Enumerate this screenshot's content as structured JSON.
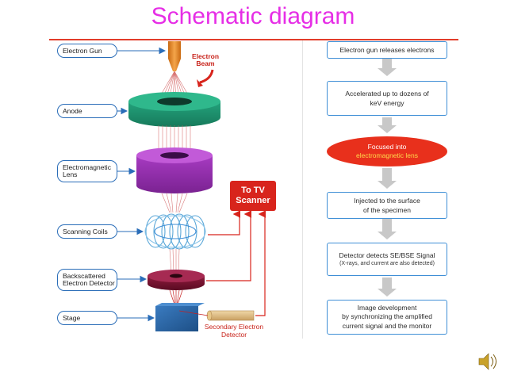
{
  "title": "Schematic diagram",
  "labels": {
    "electron_gun": "Electron Gun",
    "anode": "Anode",
    "em_lens_line1": "Electromagnetic",
    "em_lens_line2": "Lens",
    "scanning_coils": "Scanning Coils",
    "bse_line1": "Backscattered",
    "bse_line2": "Electron Detector",
    "stage": "Stage"
  },
  "beam_label": {
    "line1": "Electron",
    "line2": "Beam"
  },
  "tv_scanner": {
    "line1": "To TV",
    "line2": "Scanner"
  },
  "secondary_detector": {
    "line1": "Secondary Electron",
    "line2": "Detector"
  },
  "flow": {
    "step1": "Electron gun releases electrons",
    "step2_line1": "Accelerated up to dozens of",
    "step2_line2": "keV energy",
    "step3_line1": "Focused into",
    "step3_line2": "electromagnetic lens",
    "step4_line1": "Injected to the surface",
    "step4_line2": "of the specimen",
    "step5_line1": "Detector detects SE/BSE Signal",
    "step5_line2": "(X-rays, and current are also detected)",
    "step6_line1": "Image development",
    "step6_line2": "by synchronizing the amplified",
    "step6_line3": "current signal and the monitor"
  },
  "colors": {
    "title": "#e62ee6",
    "rule": "#e23c2a",
    "label_border": "#2a6db8",
    "flow_border": "#3f8fd6",
    "oval": "#e8301c",
    "tv_box": "#d8241c",
    "anode": "#1f9a73",
    "em_lens": "#9a2fb3",
    "coils": "#5aa7d8",
    "bse_detector": "#7a1030",
    "stage": "#2b68a8",
    "gun": "#e88a2a"
  },
  "icons": {
    "speaker": "speaker-icon"
  }
}
